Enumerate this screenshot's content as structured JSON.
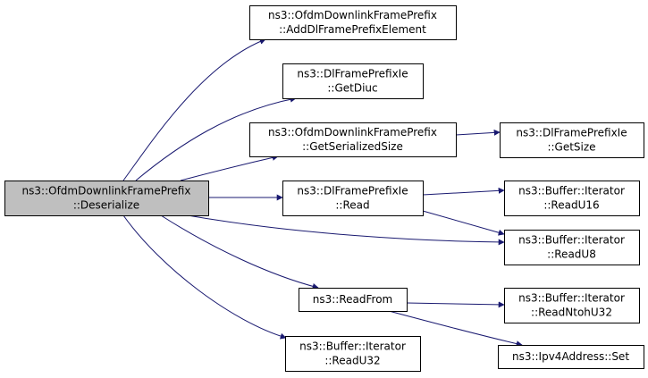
{
  "colors": {
    "edge": "#191970",
    "node_border": "#000000",
    "node_fill": "#ffffff",
    "root_fill": "#bfbfbf",
    "text": "#000000"
  },
  "nodes": [
    {
      "id": "root",
      "line1": "ns3::OfdmDownlinkFramePrefix",
      "line2": "::Deserialize",
      "highlighted": true
    },
    {
      "id": "add",
      "line1": "ns3::OfdmDownlinkFramePrefix",
      "line2": "::AddDlFramePrefixElement"
    },
    {
      "id": "getdiuc",
      "line1": "ns3::DlFramePrefixIe",
      "line2": "::GetDiuc"
    },
    {
      "id": "getser",
      "line1": "ns3::OfdmDownlinkFramePrefix",
      "line2": "::GetSerializedSize"
    },
    {
      "id": "getsize",
      "line1": "ns3::DlFramePrefixIe",
      "line2": "::GetSize"
    },
    {
      "id": "read",
      "line1": "ns3::DlFramePrefixIe",
      "line2": "::Read"
    },
    {
      "id": "readu16",
      "line1": "ns3::Buffer::Iterator",
      "line2": "::ReadU16"
    },
    {
      "id": "readu8",
      "line1": "ns3::Buffer::Iterator",
      "line2": "::ReadU8"
    },
    {
      "id": "readfrom",
      "line1": "ns3::ReadFrom"
    },
    {
      "id": "readntohu32",
      "line1": "ns3::Buffer::Iterator",
      "line2": "::ReadNtohU32"
    },
    {
      "id": "readu32",
      "line1": "ns3::Buffer::Iterator",
      "line2": "::ReadU32"
    },
    {
      "id": "ipv4set",
      "line1": "ns3::Ipv4Address::Set"
    }
  ],
  "edges": [
    {
      "from": "root",
      "to": "add"
    },
    {
      "from": "root",
      "to": "getdiuc"
    },
    {
      "from": "root",
      "to": "getser"
    },
    {
      "from": "root",
      "to": "read"
    },
    {
      "from": "root",
      "to": "readu8"
    },
    {
      "from": "root",
      "to": "readfrom"
    },
    {
      "from": "root",
      "to": "readu32"
    },
    {
      "from": "getser",
      "to": "getsize"
    },
    {
      "from": "read",
      "to": "readu16"
    },
    {
      "from": "read",
      "to": "readu8"
    },
    {
      "from": "readfrom",
      "to": "readntohu32"
    },
    {
      "from": "readfrom",
      "to": "ipv4set"
    }
  ]
}
